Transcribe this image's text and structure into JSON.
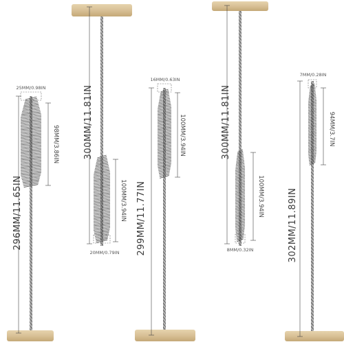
{
  "colors": {
    "wood": "#d9c39b",
    "wood_edge": "#c2a878",
    "wire": "#a9a9a9",
    "bristle": "#4a4a4a",
    "line": "#444444"
  },
  "brushes": [
    {
      "length": "296MM/11.65IN",
      "head_length": "98MM/3.86IN",
      "head_diameter": "25MM/0.98IN"
    },
    {
      "length": "300MM/11.81IN",
      "head_length": "100MM/3.94IN",
      "head_diameter": "20MM/0.79IN"
    },
    {
      "length": "299MM/11.77IN",
      "head_length": "100MM/3.94IN",
      "head_diameter": "16MM/0.63IN"
    },
    {
      "length": "300MM/11.81IN",
      "head_length": "100MM/3.94IN",
      "head_diameter": "8MM/0.32IN"
    },
    {
      "length": "302MM/11.89IN",
      "head_length": "94MM/3.7IN",
      "head_diameter": "7MM/0.28IN"
    }
  ]
}
